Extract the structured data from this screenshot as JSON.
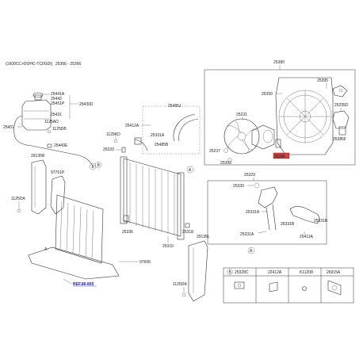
{
  "header": {
    "engine": "(1600CC>DOHC-TCI/GDI)",
    "section": "25366 - 25366"
  },
  "labels": {
    "a": "25380",
    "b": "25350",
    "c": "25395",
    "d": "25235D",
    "e": "25231",
    "f": "25386",
    "g": "25385F",
    "h": "25237",
    "i": "25393",
    "j": "25441A",
    "k": "25442",
    "l": "25451P",
    "m": "25430D",
    "n": "25431",
    "o": "25451",
    "p": "1125AD",
    "q": "1125DB",
    "r": "25443E",
    "s": "29135R",
    "t": "97761P",
    "u": "1125DA",
    "v": "25485J",
    "w": "25412A",
    "x": "25331A",
    "y": "25485B",
    "z": "1129KD",
    "aa": "25333",
    "ab": "25329",
    "ac": "25330",
    "ad": "25331A",
    "ae": "25331B",
    "af": "25331A",
    "ag": "25411A",
    "ah": "25336",
    "ai": "25310",
    "aj": "25318",
    "ak": "29135L",
    "al": "97606",
    "am": "1125DA",
    "an": "REF.86-865"
  },
  "callouts": [
    "A",
    "B",
    "B",
    "A",
    "A",
    "B"
  ],
  "legend": {
    "items": [
      "25328C",
      "22412A",
      "K11208",
      "26915A"
    ]
  }
}
